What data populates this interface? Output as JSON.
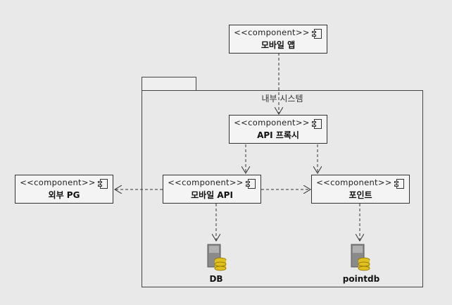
{
  "package": {
    "title": "내부 시스템"
  },
  "components": {
    "mobile_app": {
      "stereotype": "<<component>>",
      "name": "모바일 앱"
    },
    "api_proxy": {
      "stereotype": "<<component>>",
      "name": "API 프록시"
    },
    "mobile_api": {
      "stereotype": "<<component>>",
      "name": "모바일 API"
    },
    "point": {
      "stereotype": "<<component>>",
      "name": "포인트"
    },
    "external_pg": {
      "stereotype": "<<component>>",
      "name": "외부 PG"
    }
  },
  "databases": {
    "db": {
      "name": "DB"
    },
    "pointdb": {
      "name": "pointdb"
    }
  },
  "colors": {
    "line": "#333333",
    "database_body": "#8a8a8a",
    "database_cylinder": "#e0c020"
  }
}
